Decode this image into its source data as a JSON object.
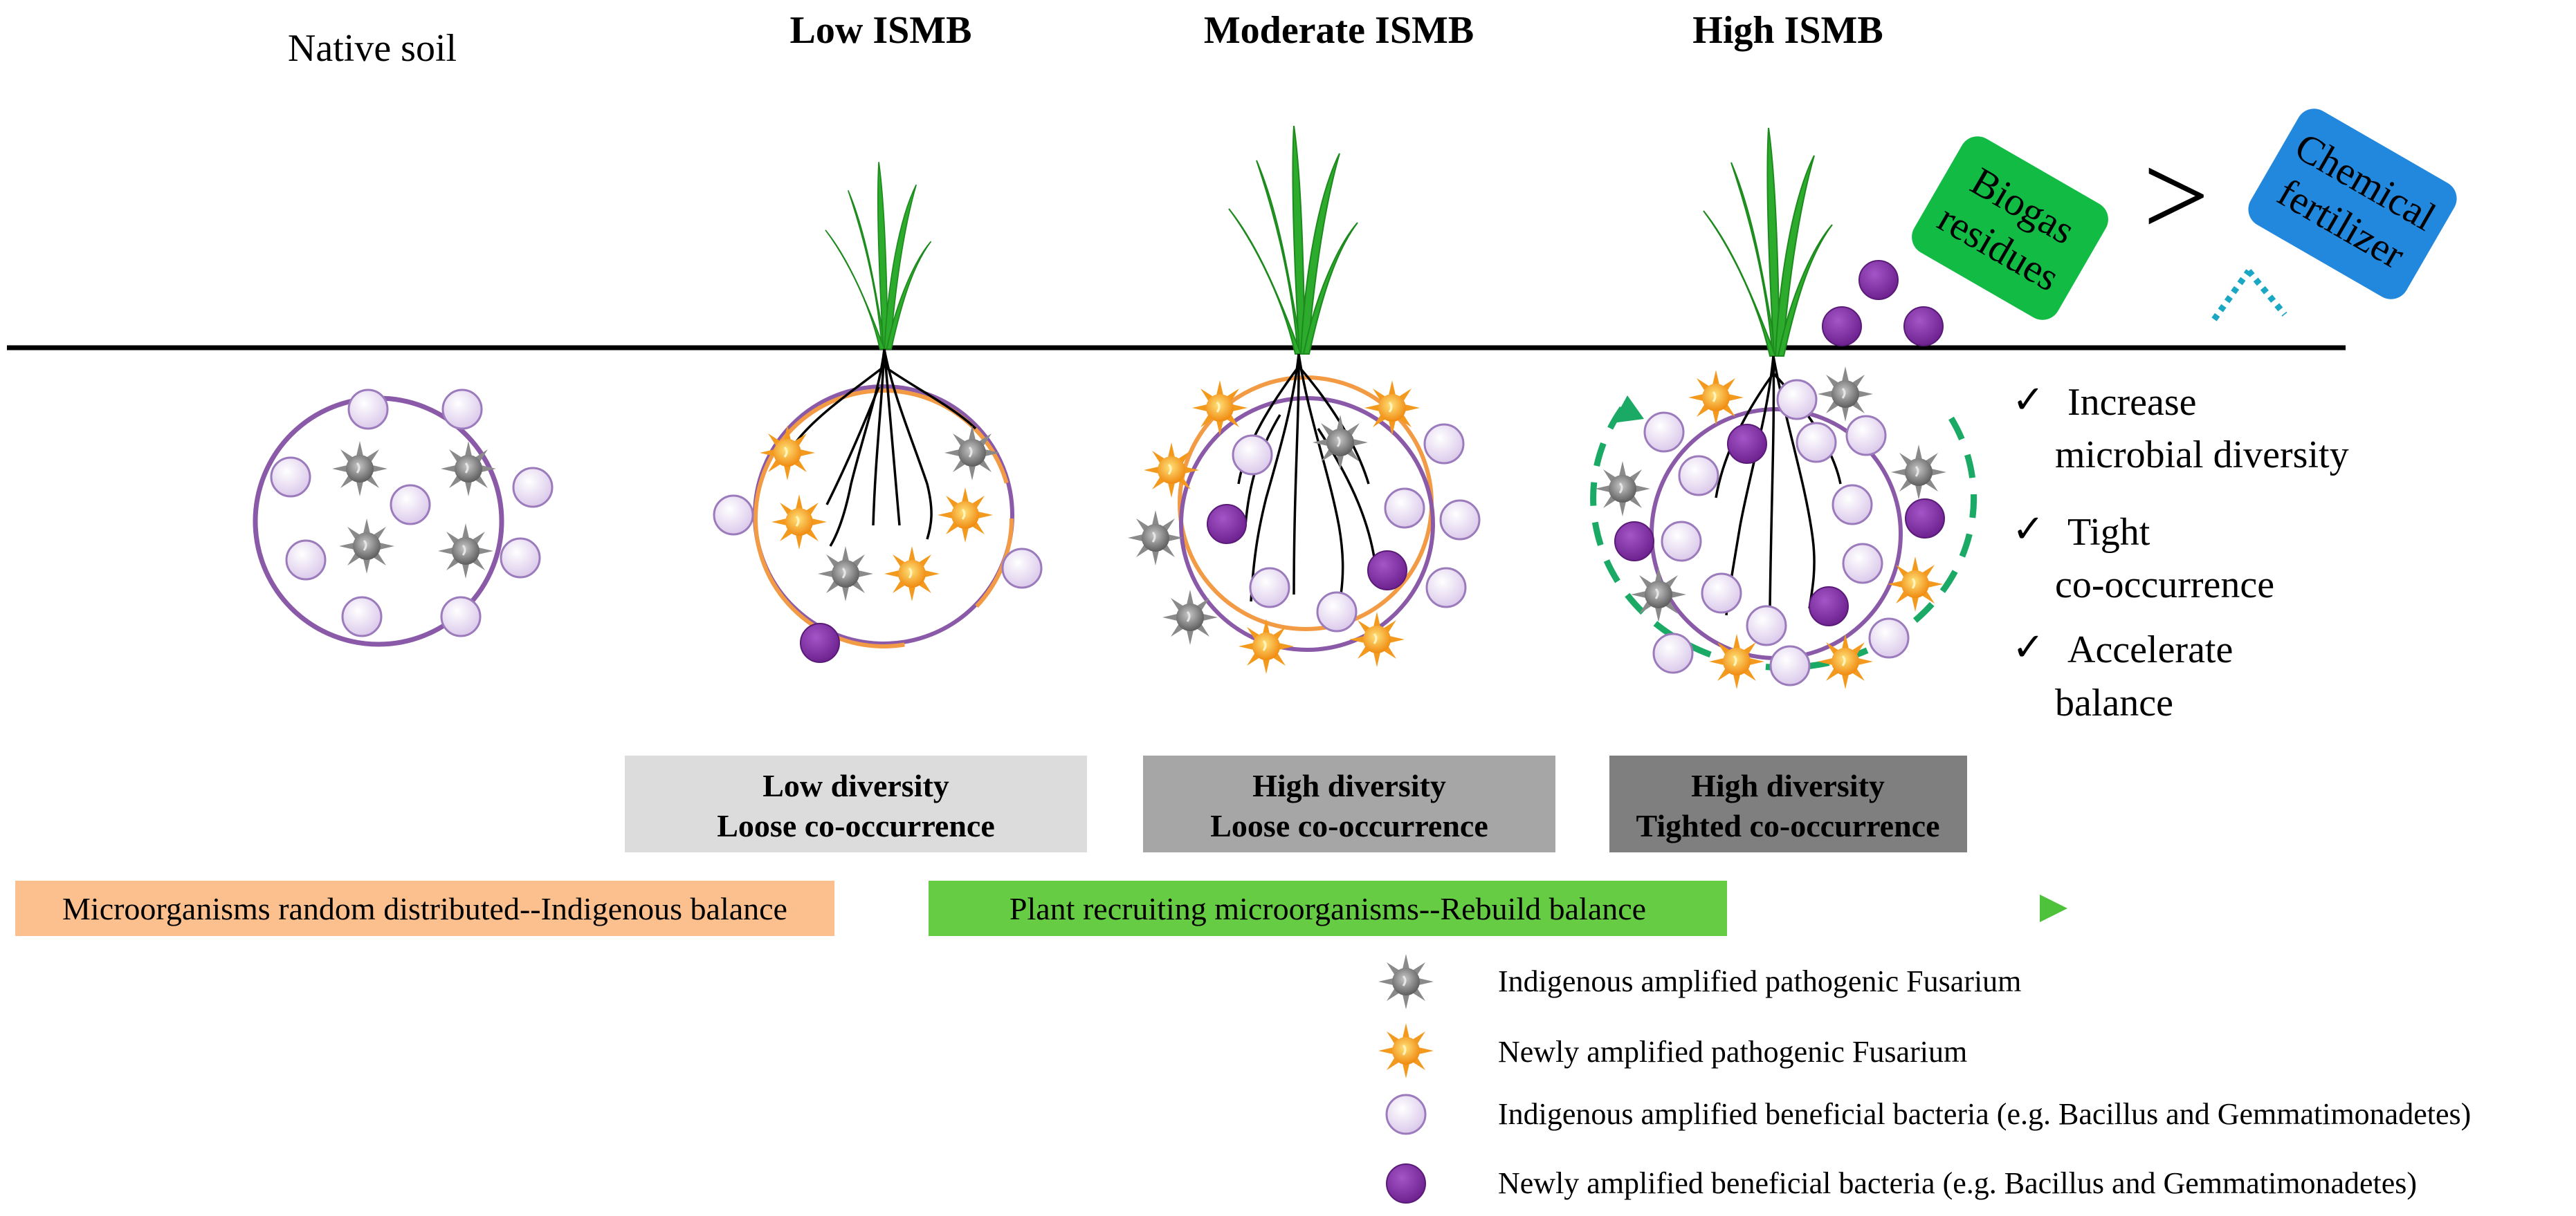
{
  "stages": {
    "native": "Native soil",
    "low": "Low ISMB",
    "moderate": "Moderate ISMB",
    "high": "High ISMB"
  },
  "inputs": {
    "biogas": [
      "Biogas",
      "residues"
    ],
    "comparison_symbol": ">",
    "chemical": [
      "Chemical",
      "fertilizer"
    ]
  },
  "benefits": {
    "check_mark": "✓",
    "items": [
      [
        "Increase",
        "microbial diversity"
      ],
      [
        "Tight",
        "co-occurrence"
      ],
      [
        "Accelerate",
        "balance"
      ]
    ]
  },
  "diversity_boxes": [
    {
      "line1": "Low diversity",
      "line2": "Loose co-occurrence",
      "color": "#dcdcdc"
    },
    {
      "line1": "High diversity",
      "line2": "Loose co-occurrence",
      "color": "#a6a6a6"
    },
    {
      "line1": "High diversity",
      "line2": "Tighted co-occurrence",
      "color": "#7f7f7f"
    }
  ],
  "process": {
    "left": "Microorganisms random distributed--Indigenous balance",
    "right": "Plant recruiting microorganisms--Rebuild balance",
    "left_color": "#fcc08f",
    "right_color": "#66cc44"
  },
  "legend": [
    {
      "label": "Indigenous amplified pathogenic Fusarium",
      "icon": "gray-spiky-fusarium-icon"
    },
    {
      "label": "Newly amplified pathogenic Fusarium",
      "icon": "orange-spiky-fusarium-icon"
    },
    {
      "label": "Indigenous amplified beneficial bacteria (e.g. Bacillus and Gemmatimonadetes)",
      "icon": "lavender-bacteria-icon"
    },
    {
      "label": "Newly amplified beneficial bacteria (e.g. Bacillus and Gemmatimonadetes)",
      "icon": "purple-bacteria-icon"
    }
  ],
  "colors": {
    "rhizosphere_ring": "#8a5aa8",
    "low_ring": "#f39a44",
    "moderate_ring": "#f39a44",
    "dashed_cycle": "#1aaa66",
    "biogas": "#11bb44",
    "chemical": "#2288dd",
    "pathogen_gray": "#808080",
    "pathogen_orange": "#f7941d",
    "bacteria_light": "#eadcf3",
    "bacteria_dark": "#7b2c9e"
  }
}
